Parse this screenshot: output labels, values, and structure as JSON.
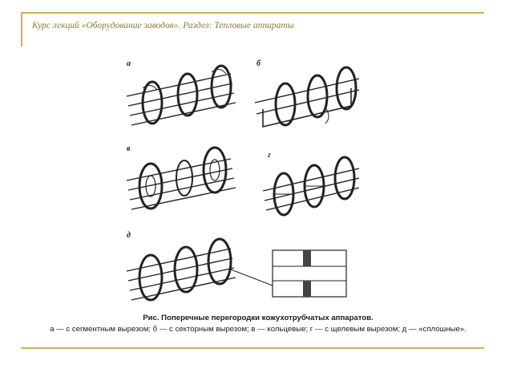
{
  "header": {
    "title": "Курс лекций «Оборудование заводов». Раздел: Тепловые аппараты"
  },
  "figure": {
    "panels": [
      {
        "id": "a",
        "label": "а"
      },
      {
        "id": "b",
        "label": "б"
      },
      {
        "id": "v",
        "label": "в"
      },
      {
        "id": "g",
        "label": "г"
      },
      {
        "id": "d",
        "label": "д"
      }
    ]
  },
  "caption": {
    "title": "Рис. Поперечные перегородки кожухотрубчатых аппаратов.",
    "text": "а — с сегментным вырезом; б — с секторным вырезом; в — кольцевые; г — с щелевым  вырезом; д — «сплошные»."
  },
  "colors": {
    "accent_rule": "#c7b458",
    "header_text": "#8a7a3a"
  }
}
